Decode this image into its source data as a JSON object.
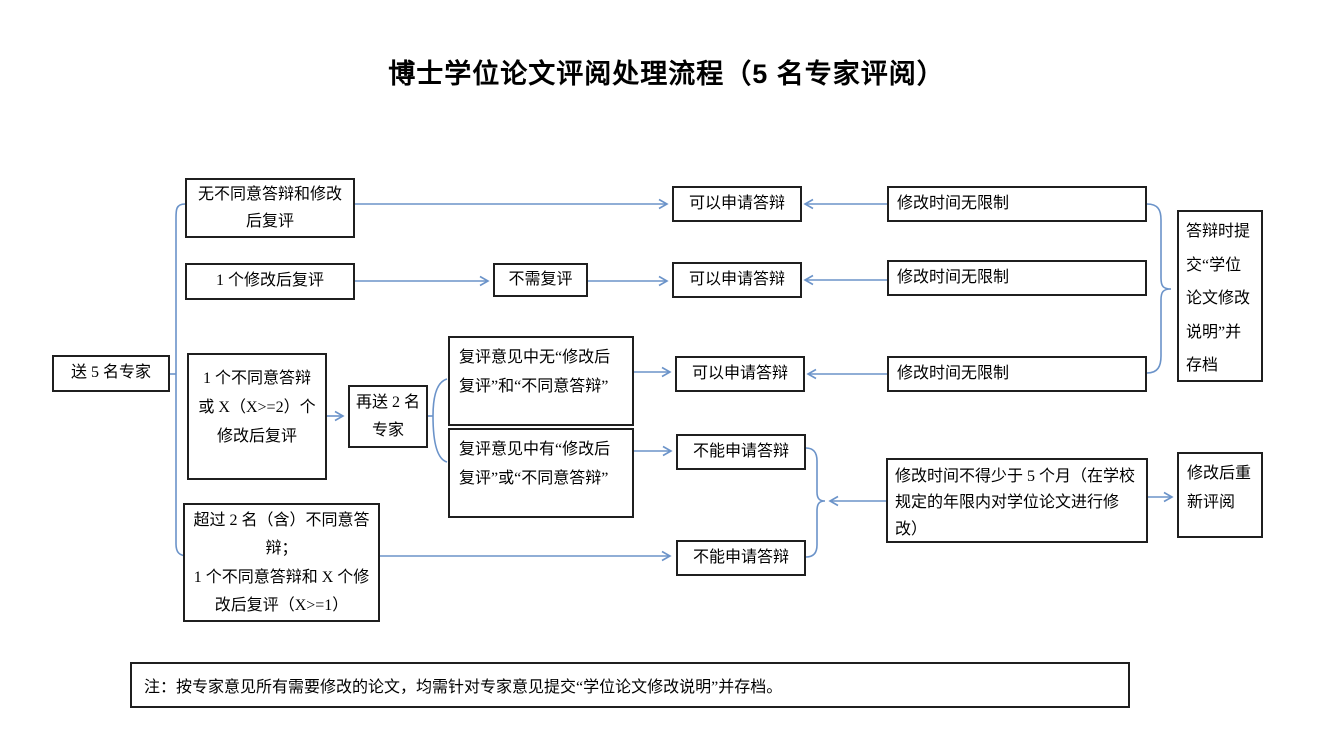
{
  "title": "博士学位论文评阅处理流程（5 名专家评阅）",
  "colors": {
    "connector": "#6b93c9",
    "box_border": "#1f1f1f",
    "text": "#000000",
    "background": "#ffffff"
  },
  "nodes": {
    "start": "送 5 名专家",
    "cond_none": "无不同意答辩和修改\n后复评",
    "cond_one_recheck": "1 个修改后复评",
    "cond_one_disagree": "1 个不同意答辩\n或 X（X>=2）个\n修改后复评",
    "cond_over_two": "超过 2 名（含）不同意答\n辩；\n1 个不同意答辩和 X 个修\n改后复评（X>=1）",
    "resend": "再送 2 名\n专家",
    "recheck_none": "复评意见中无“修改后\n复评”和“不同意答辩”",
    "recheck_has": "复评意见中有“修改后\n复评”或“不同意答辩”",
    "no_recheck": "不需复评",
    "can_apply_1": "可以申请答辩",
    "can_apply_2": "可以申请答辩",
    "can_apply_3": "可以申请答辩",
    "cannot_apply_1": "不能申请答辩",
    "cannot_apply_2": "不能申请答辩",
    "no_time_limit_1": "修改时间无限制",
    "no_time_limit_2": "修改时间无限制",
    "no_time_limit_3": "修改时间无限制",
    "archive_on_defense": "答辩时提\n交“学位\n论文修改\n说明”并\n存档",
    "min_five_months": "修改时间不得少于 5 个月（在学校\n规定的年限内对学位论文进行修\n改）",
    "re_review": "修改后重\n新评阅"
  },
  "note": "注：按专家意见所有需要修改的论文，均需针对专家意见提交“学位论文修改说明”并存档。"
}
